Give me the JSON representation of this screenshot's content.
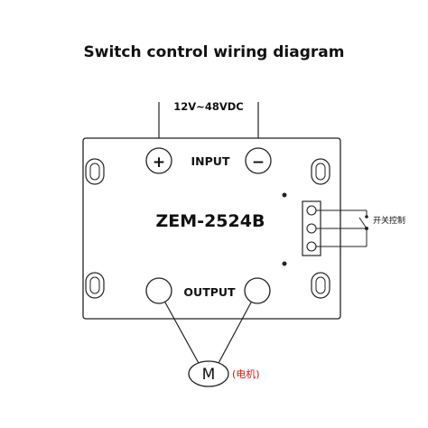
{
  "title": "Switch control wiring diagram",
  "supply": {
    "voltage": "12V~48VDC"
  },
  "board": {
    "model": "ZEM-2524B",
    "input_label": "INPUT",
    "output_label": "OUTPUT",
    "plus_symbol": "+",
    "minus_symbol": "−"
  },
  "switch": {
    "label": "开关控制"
  },
  "motor": {
    "symbol": "M",
    "note": "(电机)"
  },
  "colors": {
    "line": "#222222",
    "motor_note": "#d01414"
  }
}
